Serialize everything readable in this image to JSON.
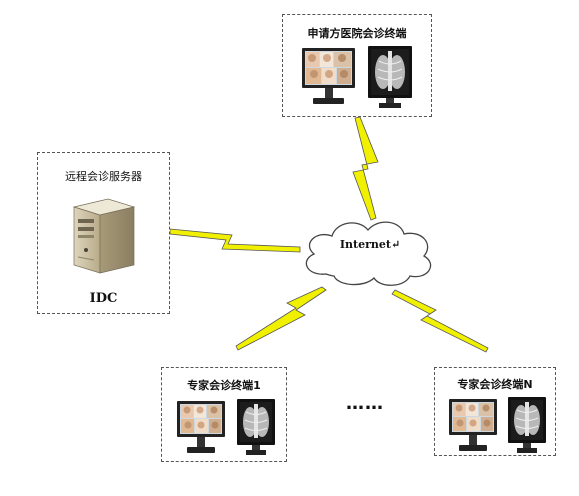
{
  "applicant_terminal": {
    "title": "申请方医院会诊终端"
  },
  "server_node": {
    "title": "远程会诊服务器",
    "label": "IDC"
  },
  "network": {
    "label": "Internet↵"
  },
  "expert_terminal_1": {
    "title": "专家会诊终端1"
  },
  "expert_terminal_n": {
    "title": "专家会诊终端N"
  },
  "ellipsis": "……",
  "colors": {
    "lightning": "#f0f000",
    "lightning_outline": "#555555",
    "border": "#555555"
  }
}
